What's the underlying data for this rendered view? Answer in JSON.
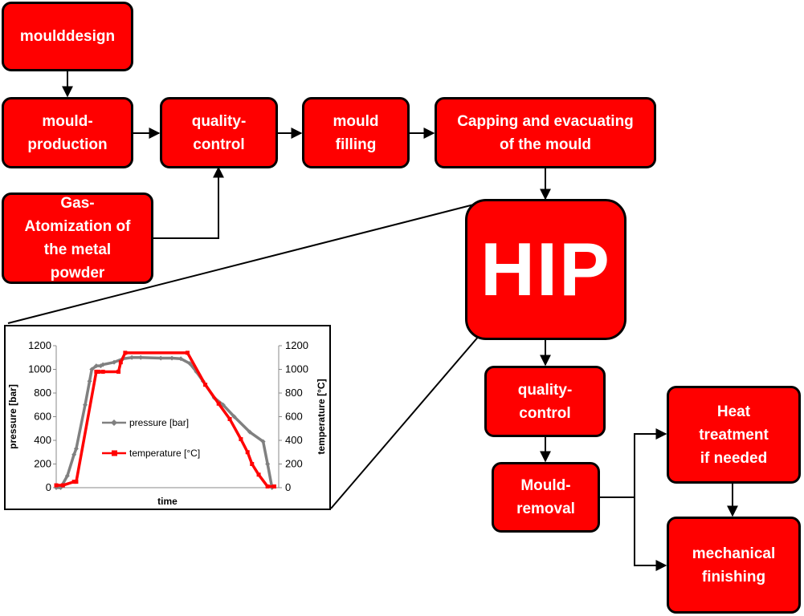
{
  "boxes": {
    "mould_design": "moulddesign",
    "mould_production": "mould-\nproduction",
    "quality_control_1": "quality-\ncontrol",
    "mould_filling": "mould\nfilling",
    "capping": "Capping and evacuating\nof the mould",
    "gas_atomization": "Gas-\nAtomization of\nthe  metal\npowder",
    "hip": "HIP",
    "quality_control_2": "quality-\ncontrol",
    "mould_removal": "Mould-\nremoval",
    "heat_treatment": "Heat\ntreatment\nif needed",
    "mechanical_finishing": "mechanical\nfinishing"
  },
  "colors": {
    "box_fill": "#ff0000",
    "box_text": "#ffffff",
    "pressure": "#808080",
    "temperature": "#ff0000"
  },
  "chart_data": {
    "type": "line",
    "xlabel": "time",
    "ylabel_left": "pressure [bar]",
    "ylabel_right": "temperature [°C]",
    "ylim_left": [
      0,
      1200
    ],
    "ylim_right": [
      0,
      1200
    ],
    "yticks": [
      "0",
      "200",
      "400",
      "600",
      "800",
      "1000",
      "1200"
    ],
    "grid": false,
    "legend_position": "center-left",
    "series": [
      {
        "name": "pressure [bar]",
        "axis": "left",
        "x": [
          0,
          2,
          5,
          8,
          9,
          13,
          15,
          16,
          18,
          20,
          21,
          26,
          30,
          34,
          38,
          47,
          52,
          56,
          60,
          63,
          66,
          71,
          75,
          80,
          87,
          93,
          95,
          97
        ],
        "y": [
          0,
          0,
          100,
          280,
          330,
          700,
          900,
          1000,
          1030,
          1030,
          1040,
          1060,
          1090,
          1100,
          1100,
          1095,
          1095,
          1090,
          1050,
          980,
          900,
          760,
          700,
          600,
          470,
          390,
          200,
          0
        ]
      },
      {
        "name": "temperature [°C]",
        "axis": "right",
        "x": [
          0,
          3,
          8,
          9,
          18,
          19,
          21,
          28,
          29,
          31,
          59,
          67,
          73,
          78,
          83,
          86,
          88,
          91,
          95,
          98
        ],
        "y": [
          20,
          20,
          50,
          50,
          980,
          980,
          980,
          980,
          1060,
          1140,
          1140,
          870,
          710,
          580,
          410,
          300,
          200,
          110,
          10,
          10
        ]
      }
    ]
  }
}
